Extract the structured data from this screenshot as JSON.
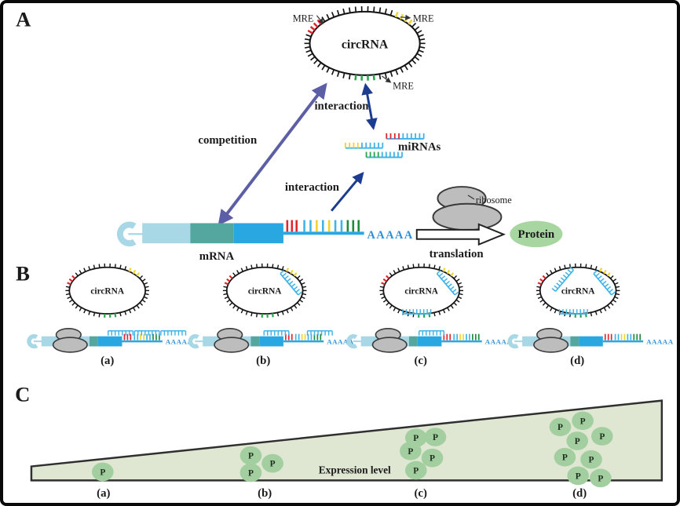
{
  "panelA": {
    "label": "A",
    "circRNA_label": "circRNA",
    "mre_labels": [
      "MRE",
      "MRE",
      "MRE"
    ],
    "competition_label": "competition",
    "interaction_top_label": "interaction",
    "interaction_bottom_label": "interaction",
    "mirnas_label": "miRNAs",
    "mrna_label": "mRNA",
    "polyA": "AAAAA",
    "ribosome_label": "ribosome",
    "translation_label": "translation",
    "protein_label": "Protein"
  },
  "panelB": {
    "label": "B",
    "units": [
      {
        "label": "(a)",
        "circ_label": "circRNA",
        "polyA": "AAAAA",
        "mirnas_on_circ": [],
        "mirnas_on_mrna_count": 3
      },
      {
        "label": "(b)",
        "circ_label": "circRNA",
        "polyA": "AAAAA",
        "mirnas_on_circ": [
          "yellow"
        ],
        "mirnas_on_mrna_count": 2
      },
      {
        "label": "(c)",
        "circ_label": "circRNA",
        "polyA": "AAAAA",
        "mirnas_on_circ": [
          "yellow",
          "green"
        ],
        "mirnas_on_mrna_count": 1
      },
      {
        "label": "(d)",
        "circ_label": "circRNA",
        "polyA": "AAAAA",
        "mirnas_on_circ": [
          "red",
          "yellow",
          "green"
        ],
        "mirnas_on_mrna_count": 0
      }
    ]
  },
  "panelC": {
    "label": "C",
    "axis_label": "Expression level",
    "protein_symbol": "P",
    "groups": [
      {
        "label": "(a)",
        "protein_count": 1
      },
      {
        "label": "(b)",
        "protein_count": 3
      },
      {
        "label": "(c)",
        "protein_count": 5
      },
      {
        "label": "(d)",
        "protein_count": 8
      }
    ]
  },
  "colors": {
    "mre_red": "#e0262c",
    "mre_yellow": "#f2d32b",
    "mre_green": "#28a24d",
    "utr_green": "#1d8a3c",
    "rna_lightblue": "#3fb3e8",
    "mrna_5cap": "#a8d8e6",
    "mrna_segment_pale": "#a8d8e6",
    "mrna_segment_teal": "#53a79e",
    "mrna_segment_blue": "#28a7e0",
    "polyA_text": "#2b8fd8",
    "competition_arrow": "#5c5fa5",
    "interaction_arrow": "#1c3d8f",
    "ribosome_fill": "#bdbdbd",
    "protein_fill": "#a7d6a1",
    "p_circle_fill": "#a3cfa0",
    "wedge_fill": "#dfe7d2",
    "outline": "#141414"
  }
}
